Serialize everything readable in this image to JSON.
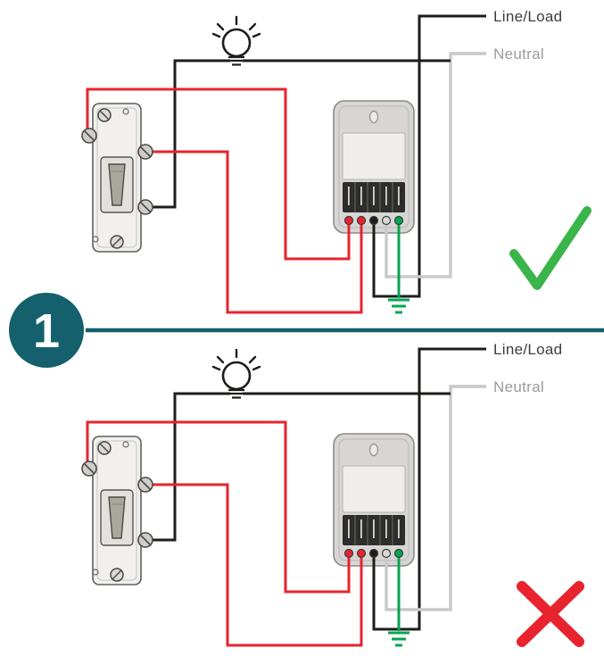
{
  "step_badge": {
    "number": "1"
  },
  "diagram_top": {
    "line_load_label": "Line/Load",
    "neutral_label": "Neutral",
    "result": "correct"
  },
  "diagram_bottom": {
    "line_load_label": "Line/Load",
    "neutral_label": "Neutral",
    "result": "incorrect"
  },
  "colors": {
    "wire_black": "#1d1d1b",
    "wire_red": "#e8232e",
    "wire_neutral": "#c9c9c9",
    "wire_ground": "#00a651",
    "divider_teal": "#14606c",
    "badge_teal": "#14606c",
    "check_green": "#3ab54a",
    "cross_red": "#e8232e",
    "label_dark": "#3d3d3d",
    "label_gray": "#9b9b9b"
  },
  "icons": {
    "light_bulb": "light-bulb-icon",
    "ground_symbol": "ground-symbol-icon",
    "check": "check-icon",
    "cross": "cross-icon"
  }
}
